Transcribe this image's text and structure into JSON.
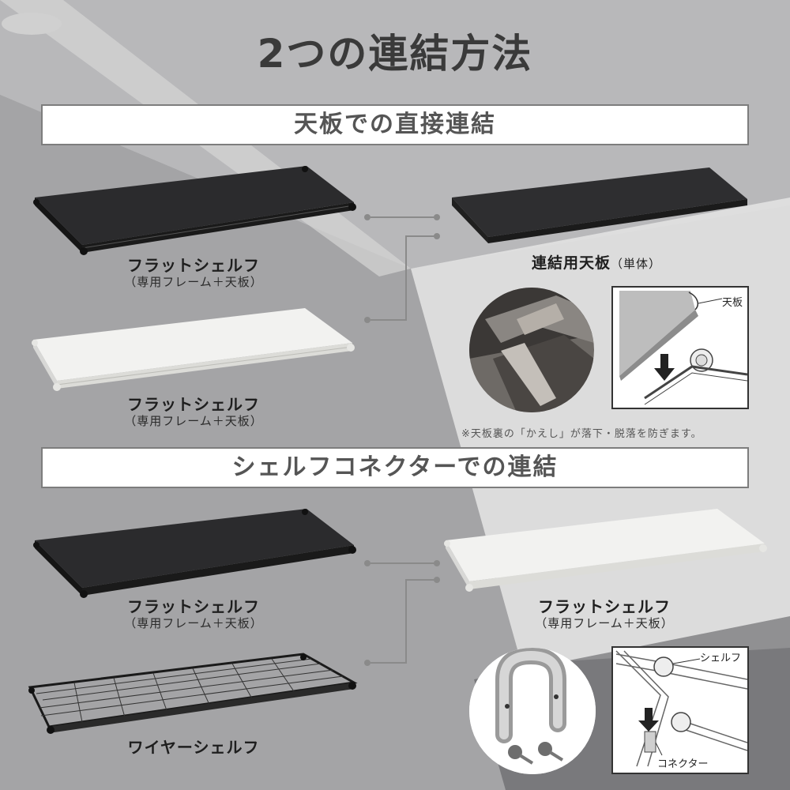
{
  "title": "2つの連結方法",
  "section1": {
    "heading": "天板での直接連結",
    "left_top": {
      "label": "フラットシェルフ",
      "sublabel": "（専用フレーム＋天板）"
    },
    "left_bottom": {
      "label": "フラットシェルフ",
      "sublabel": "（専用フレーム＋天板）"
    },
    "right": {
      "label": "連結用天板",
      "sublabel": "（単体）"
    },
    "callout": "天板",
    "note": "※天板裏の「かえし」が落下・脱落を防ぎます。"
  },
  "section2": {
    "heading": "シェルフコネクターでの連結",
    "left_top": {
      "label": "フラットシェルフ",
      "sublabel": "（専用フレーム＋天板）"
    },
    "left_bottom": {
      "label": "ワイヤーシェルフ"
    },
    "right": {
      "label": "フラットシェルフ",
      "sublabel": "（専用フレーム＋天板）"
    },
    "callout_shelf": "シェルフ",
    "callout_connector": "コネクター"
  },
  "colors": {
    "background": "#9c9c9e",
    "dark_shelf": "#2b2b2d",
    "white_shelf": "#f2f2f0",
    "line": "#8a8a8a"
  }
}
